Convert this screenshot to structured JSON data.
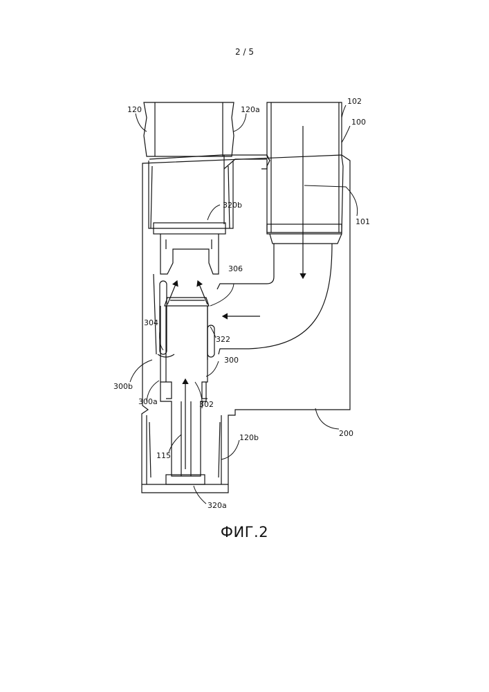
{
  "page_number": "2 / 5",
  "caption": "ФИГ.2",
  "labels": {
    "l120": "120",
    "l120a": "120a",
    "l102": "102",
    "l100": "100",
    "l101": "101",
    "l320b": "320b",
    "l306": "306",
    "l304": "304",
    "l322": "322",
    "l300": "300",
    "l300b": "300b",
    "l300a": "300a",
    "l302": "302",
    "l200": "200",
    "l120b": "120b",
    "l115": "115",
    "l320a": "320a"
  }
}
